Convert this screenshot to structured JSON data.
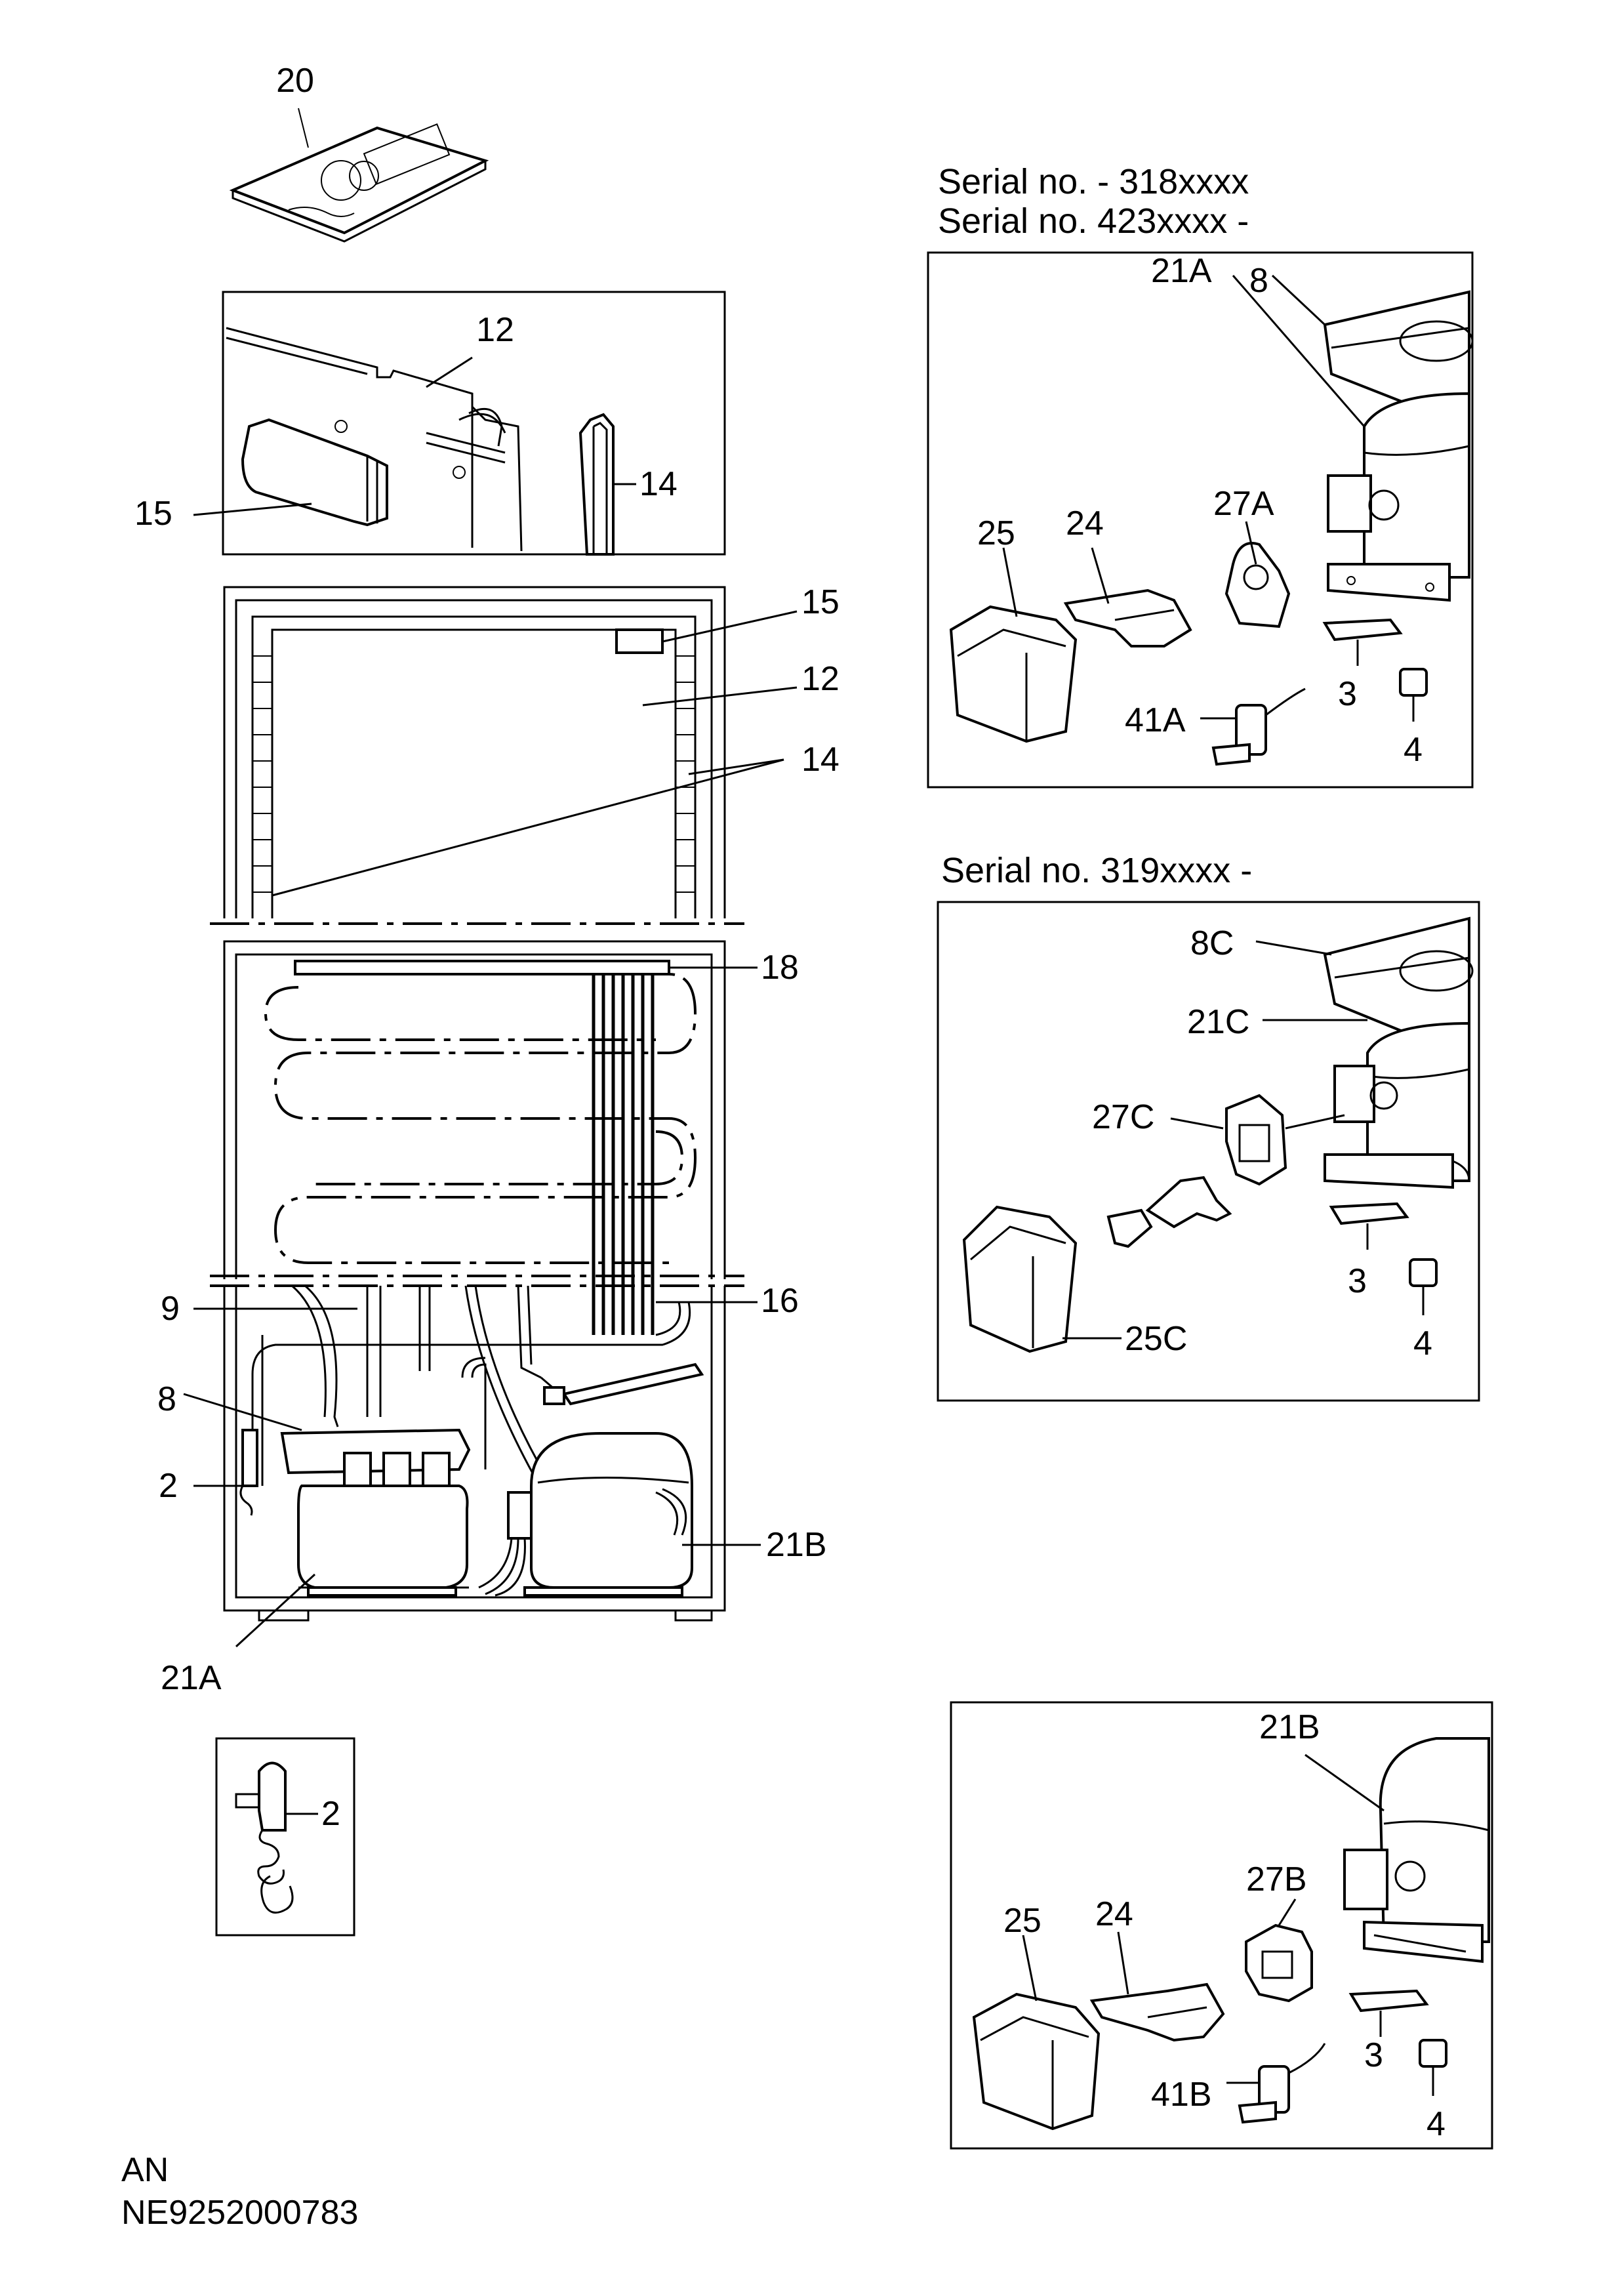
{
  "headers": {
    "variant_a_line1": "Serial no. - 318xxxx",
    "variant_a_line2": "Serial no.  423xxxx -",
    "variant_c": "Serial no. 319xxxx -"
  },
  "footer": {
    "line1": "AN",
    "line2": "NE9252000783"
  },
  "labels": {
    "manual": "20",
    "top_detail_12": "12",
    "top_detail_14": "14",
    "top_detail_15": "15",
    "door_15": "15",
    "door_12": "12",
    "door_14": "14",
    "cab_18": "18",
    "cab_16": "16",
    "cab_9": "9",
    "cab_8": "8",
    "cab_2": "2",
    "cab_21B": "21B",
    "cab_21A": "21A",
    "thermo_2": "2",
    "a_21A": "21A",
    "a_8": "8",
    "a_27A": "27A",
    "a_25": "25",
    "a_24": "24",
    "a_41A": "41A",
    "a_3": "3",
    "a_4": "4",
    "c_8C": "8C",
    "c_21C": "21C",
    "c_27C": "27C",
    "c_3": "3",
    "c_4": "4",
    "c_25C": "25C",
    "b_21B": "21B",
    "b_27B": "27B",
    "b_25": "25",
    "b_24": "24",
    "b_3": "3",
    "b_41B": "41B",
    "b_4": "4"
  }
}
